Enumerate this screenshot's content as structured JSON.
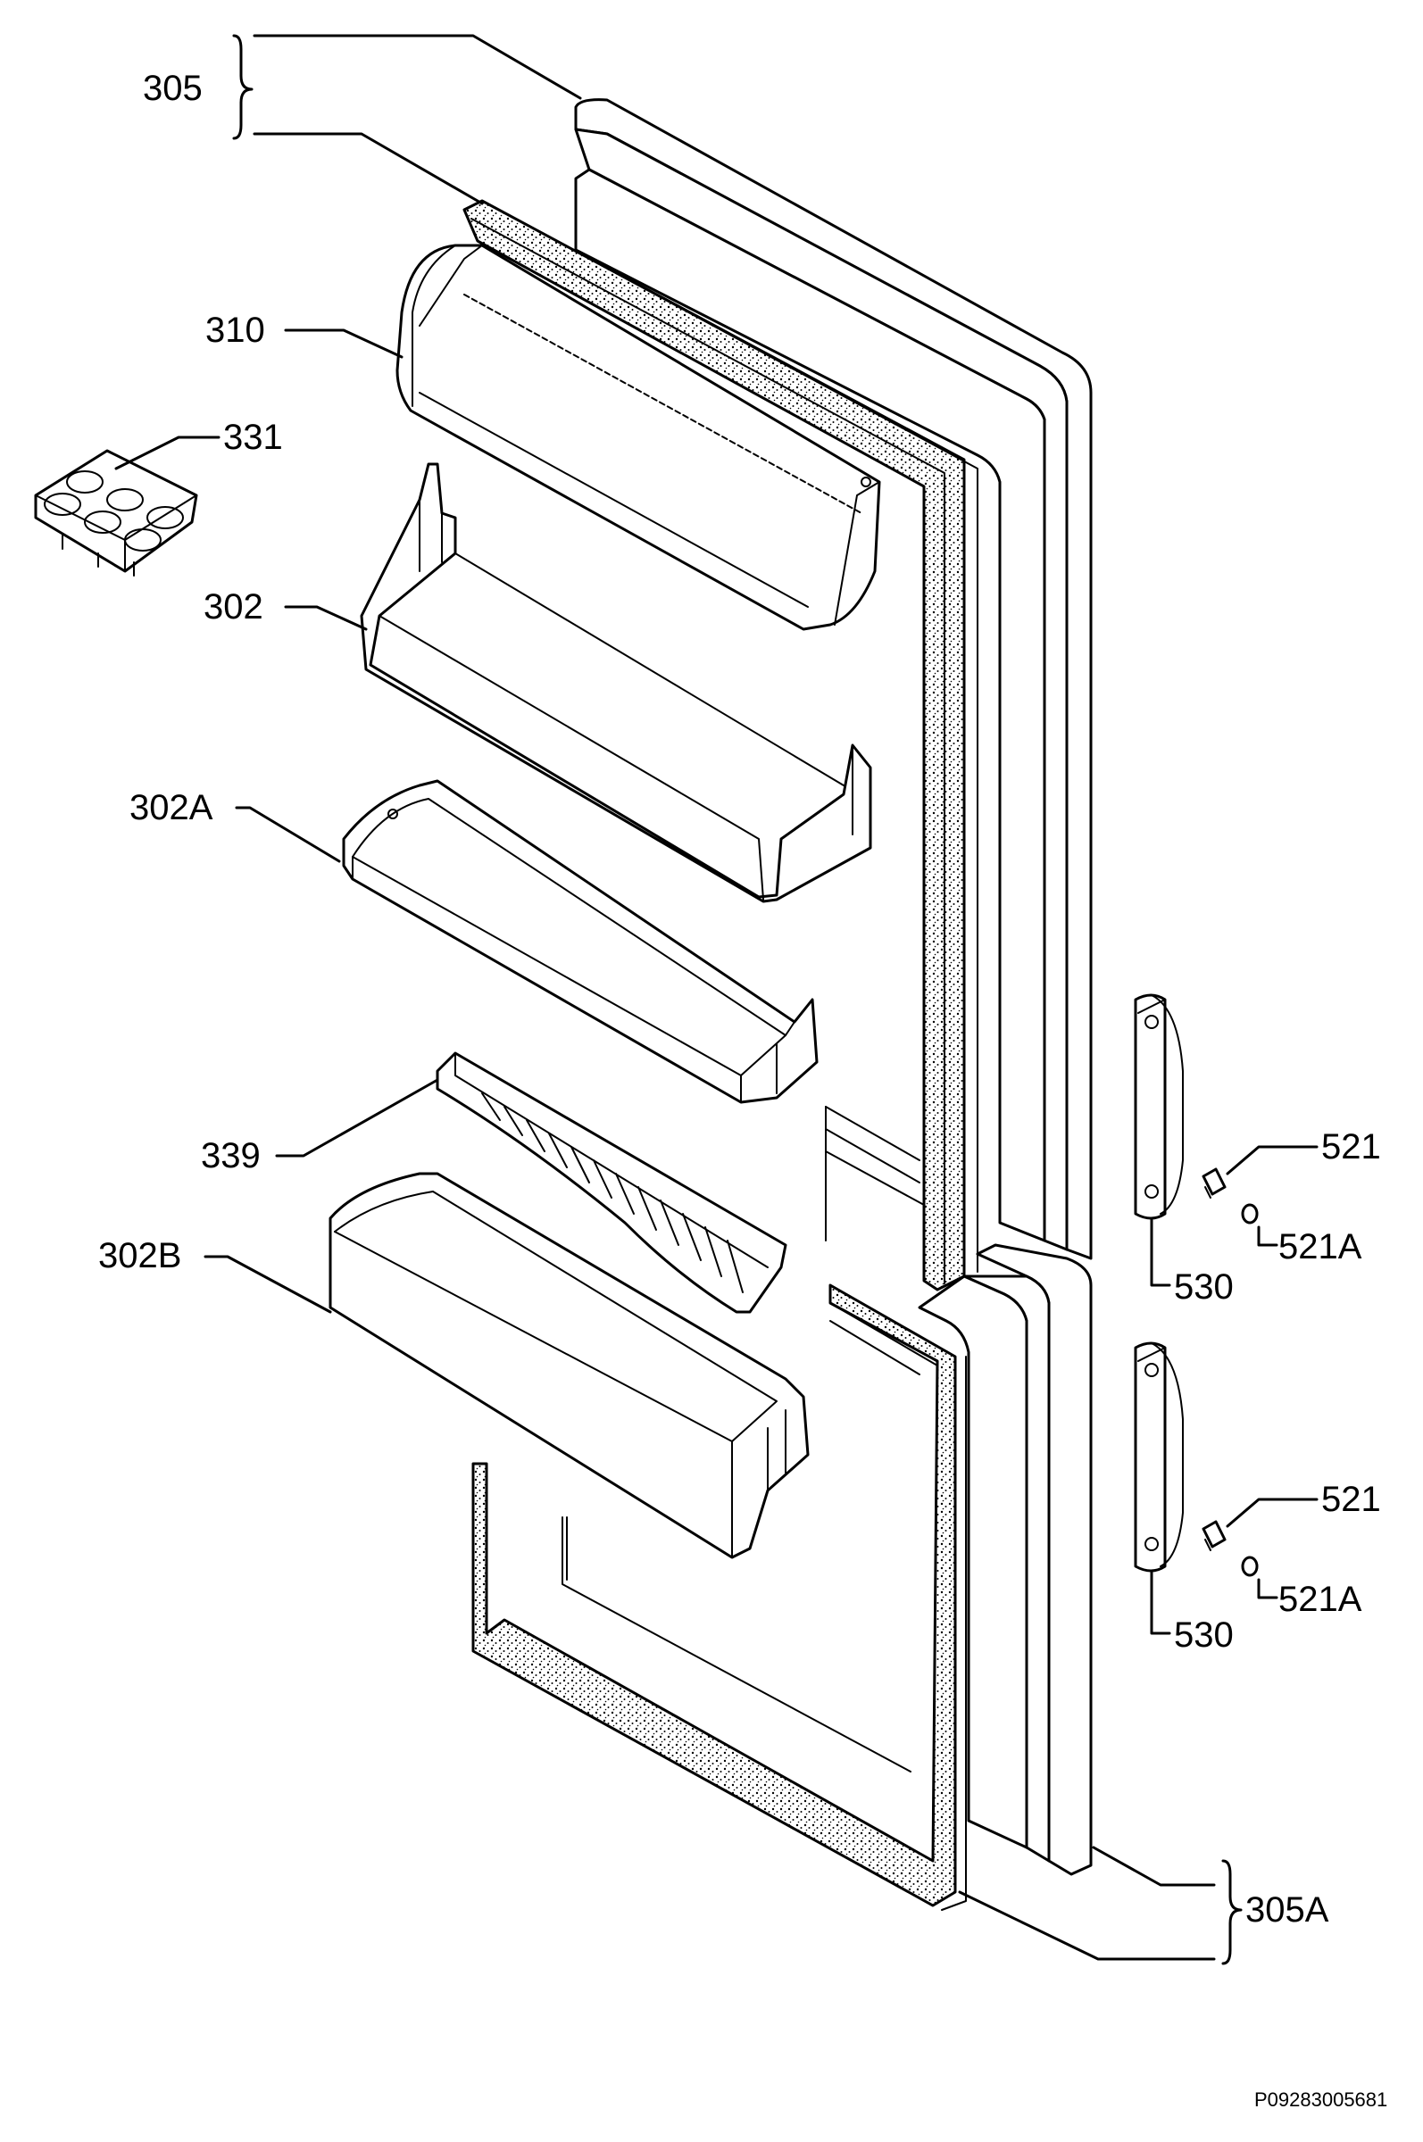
{
  "diagram": {
    "type": "exploded-parts-view",
    "parts": [
      {
        "id": "305",
        "label": "305"
      },
      {
        "id": "310",
        "label": "310"
      },
      {
        "id": "331",
        "label": "331"
      },
      {
        "id": "302",
        "label": "302"
      },
      {
        "id": "302A",
        "label": "302A"
      },
      {
        "id": "339",
        "label": "339"
      },
      {
        "id": "302B",
        "label": "302B"
      },
      {
        "id": "521-upper",
        "label": "521"
      },
      {
        "id": "521A-upper",
        "label": "521A"
      },
      {
        "id": "530-upper",
        "label": "530"
      },
      {
        "id": "521-lower",
        "label": "521"
      },
      {
        "id": "521A-lower",
        "label": "521A"
      },
      {
        "id": "530-lower",
        "label": "530"
      },
      {
        "id": "305A",
        "label": "305A"
      }
    ],
    "reference_code": "P09283005681"
  }
}
